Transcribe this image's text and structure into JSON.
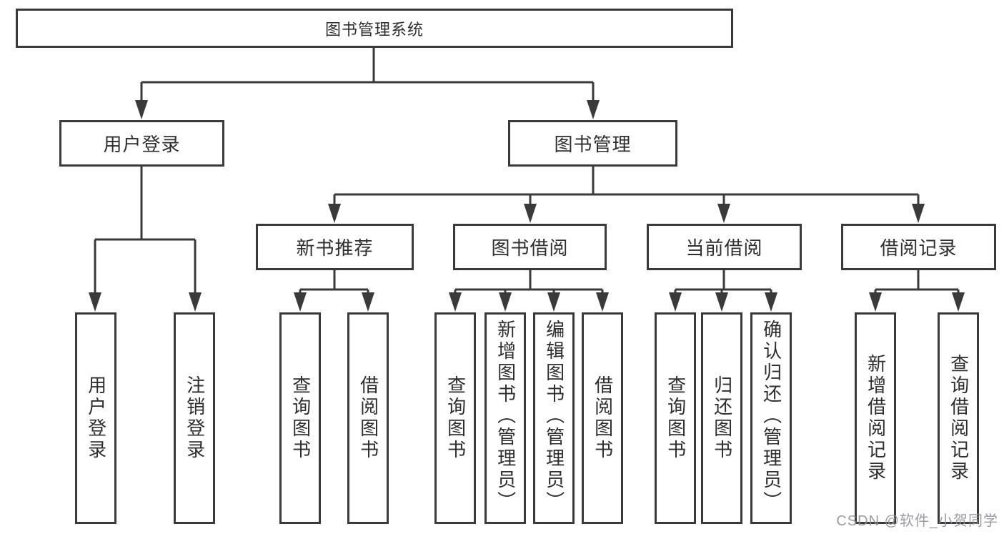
{
  "diagram": {
    "tree": {
      "label": "图书管理系统",
      "children": [
        {
          "label": "用户登录",
          "children": [
            {
              "label": "用户登录"
            },
            {
              "label": "注销登录"
            }
          ]
        },
        {
          "label": "图书管理",
          "children": [
            {
              "label": "新书推荐",
              "children": [
                {
                  "label": "查询图书"
                },
                {
                  "label": "借阅图书"
                }
              ]
            },
            {
              "label": "图书借阅",
              "children": [
                {
                  "label": "查询图书"
                },
                {
                  "label": "新增图书（管理员）"
                },
                {
                  "label": "编辑图书（管理员）"
                },
                {
                  "label": "借阅图书"
                }
              ]
            },
            {
              "label": "当前借阅",
              "children": [
                {
                  "label": "查询图书"
                },
                {
                  "label": "归还图书"
                },
                {
                  "label": "确认归还（管理员）"
                }
              ]
            },
            {
              "label": "借阅记录",
              "children": [
                {
                  "label": "新增借阅记录"
                },
                {
                  "label": "查询借阅记录"
                }
              ]
            }
          ]
        }
      ]
    },
    "watermark": {
      "text": "CSDN @软件_小贺同学"
    },
    "colors": {
      "line": "#3a3a3a",
      "box_border": "#3a3a3a",
      "text": "#2e2e2e",
      "watermark": "#919196",
      "background": "#ffffff"
    }
  }
}
